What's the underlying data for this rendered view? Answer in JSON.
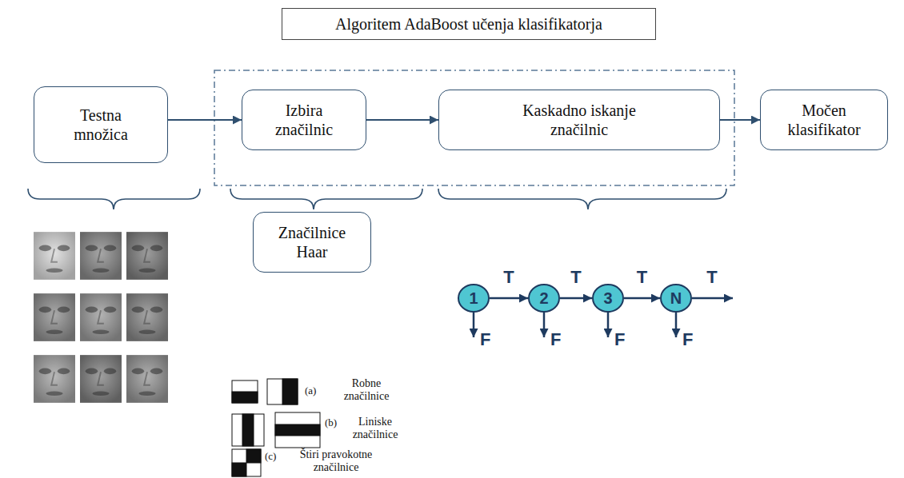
{
  "diagram": {
    "nodes": [
      {
        "text": [
          "Algoritem AdaBoost učenja klasifikatorja"
        ]
      },
      {
        "text": [
          "Testna množica"
        ]
      },
      {
        "text": [
          "Izbira značilnic"
        ]
      },
      {
        "text": [
          "Kaskadno iskanje značilnic"
        ]
      },
      {
        "text": [
          "Močen klasifikator"
        ]
      },
      {
        "text": [
          "Značilnice Haar"
        ]
      },
      {
        "text": [
          "1"
        ]
      },
      {
        "text": [
          "2"
        ]
      },
      {
        "text": [
          "3"
        ]
      },
      {
        "text": [
          "N"
        ]
      }
    ],
    "edges": [
      {
        "from": 1,
        "to": 2,
        "arrow": "to"
      },
      {
        "from": 2,
        "to": 3,
        "arrow": "to"
      },
      {
        "from": 3,
        "to": 4,
        "arrow": "to"
      },
      {
        "from": 6,
        "to": 7,
        "label": "T",
        "arrow": "to"
      },
      {
        "from": 7,
        "to": 8,
        "label": "T",
        "arrow": "to"
      },
      {
        "from": 8,
        "to": 9,
        "label": "T",
        "arrow": "to"
      }
    ],
    "labels": [
      "T",
      "F",
      "F",
      "F",
      "F",
      "(a)",
      "Robne značilnice",
      "(b)",
      "Liniske značilnice",
      "(c)",
      "Štiri pravokotne značilnice"
    ]
  }
}
